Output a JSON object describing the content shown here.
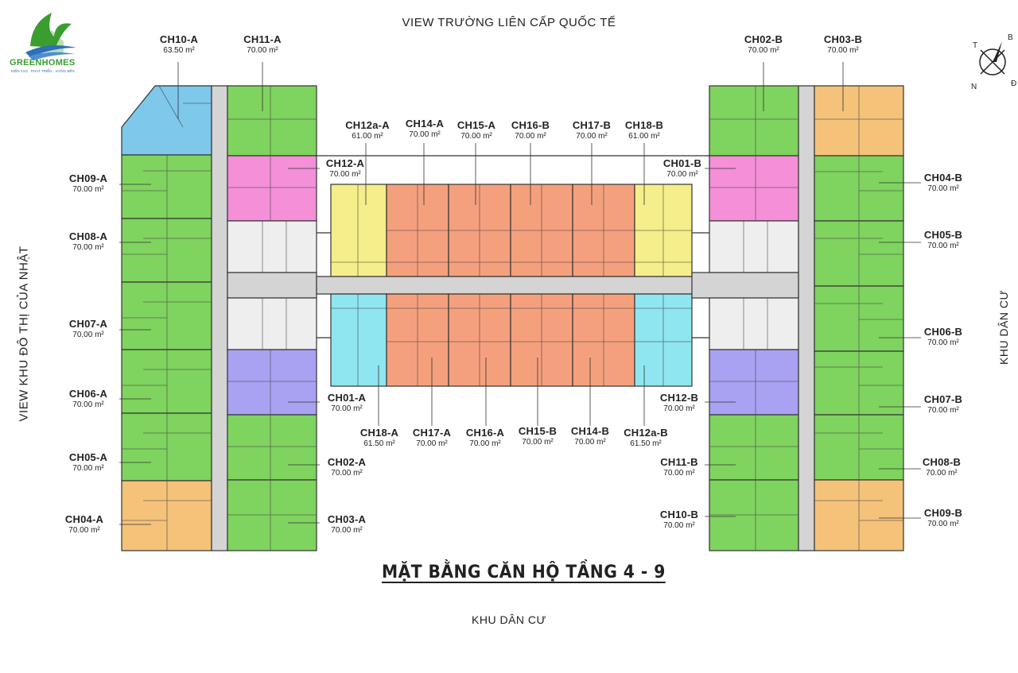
{
  "logo": {
    "name": "GREENHOMES",
    "tagline": "KIẾN TẠO · PHÁT TRIỂN · VỮNG BỀN"
  },
  "views": {
    "top": "VIEW TRƯỜNG LIÊN CẤP QUỐC TẾ",
    "left": "VIEW KHU ĐÔ THỊ CỦA NHẬT",
    "right": "KHU DÂN CƯ",
    "bottom": "KHU DÂN CƯ"
  },
  "title": "MẶT BẰNG CĂN HỘ TẦNG 4 - 9",
  "compass": {
    "letters": [
      "T",
      "N",
      "Đ",
      "B"
    ]
  },
  "colors": {
    "green": "#7fd35f",
    "blue": "#7ec8ec",
    "pink": "#f58fd8",
    "yellow": "#f5ee8a",
    "salmon": "#f5a07d",
    "cyan": "#8fe6f0",
    "purple": "#a9a2f2",
    "orange": "#f5c27a",
    "corridor": "#d4d4d4"
  },
  "apartments": {
    "ch10a": {
      "code": "CH10-A",
      "area": "63.50 m²"
    },
    "ch11a": {
      "code": "CH11-A",
      "area": "70.00 m²"
    },
    "ch02b": {
      "code": "CH02-B",
      "area": "70.00 m²"
    },
    "ch03b": {
      "code": "CH03-B",
      "area": "70.00 m²"
    },
    "ch09a": {
      "code": "CH09-A",
      "area": "70.00 m²"
    },
    "ch08a": {
      "code": "CH08-A",
      "area": "70.00 m²"
    },
    "ch07a": {
      "code": "CH07-A",
      "area": "70.00 m²"
    },
    "ch06a": {
      "code": "CH06-A",
      "area": "70.00 m²"
    },
    "ch05a": {
      "code": "CH05-A",
      "area": "70.00 m²"
    },
    "ch04a": {
      "code": "CH04-A",
      "area": "70.00 m²"
    },
    "ch12a": {
      "code": "CH12-A",
      "area": "70.00 m²"
    },
    "ch01a": {
      "code": "CH01-A",
      "area": "70.00 m²"
    },
    "ch02a": {
      "code": "CH02-A",
      "area": "70.00 m²"
    },
    "ch03a": {
      "code": "CH03-A",
      "area": "70.00 m²"
    },
    "ch12aa": {
      "code": "CH12a-A",
      "area": "61.00 m²"
    },
    "ch14a": {
      "code": "CH14-A",
      "area": "70.00 m²"
    },
    "ch15a": {
      "code": "CH15-A",
      "area": "70.00 m²"
    },
    "ch16b": {
      "code": "CH16-B",
      "area": "70.00 m²"
    },
    "ch17b": {
      "code": "CH17-B",
      "area": "70.00 m²"
    },
    "ch18b": {
      "code": "CH18-B",
      "area": "61.00 m²"
    },
    "ch18a": {
      "code": "CH18-A",
      "area": "61.50 m²"
    },
    "ch17a": {
      "code": "CH17-A",
      "area": "70.00 m²"
    },
    "ch16a": {
      "code": "CH16-A",
      "area": "70.00 m²"
    },
    "ch15b": {
      "code": "CH15-B",
      "area": "70.00 m²"
    },
    "ch14b": {
      "code": "CH14-B",
      "area": "70.00 m²"
    },
    "ch12ab": {
      "code": "CH12a-B",
      "area": "61.50 m²"
    },
    "ch01b": {
      "code": "CH01-B",
      "area": "70.00 m²"
    },
    "ch12b": {
      "code": "CH12-B",
      "area": "70.00 m²"
    },
    "ch11b": {
      "code": "CH11-B",
      "area": "70.00 m²"
    },
    "ch10b": {
      "code": "CH10-B",
      "area": "70.00 m²"
    },
    "ch04b": {
      "code": "CH04-B",
      "area": "70.00 m²"
    },
    "ch05b": {
      "code": "CH05-B",
      "area": "70.00 m²"
    },
    "ch06b": {
      "code": "CH06-B",
      "area": "70.00 m²"
    },
    "ch07b": {
      "code": "CH07-B",
      "area": "70.00 m²"
    },
    "ch08b": {
      "code": "CH08-B",
      "area": "70.00 m²"
    },
    "ch09b": {
      "code": "CH09-B",
      "area": "70.00 m²"
    }
  }
}
